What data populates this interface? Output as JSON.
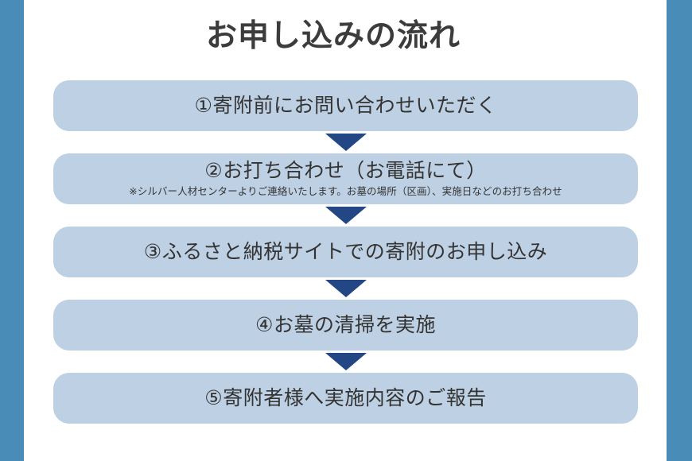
{
  "theme": {
    "side_bar_color": "#4a8cb8",
    "box_fill_color": "#bed0e3",
    "arrow_color": "#234784",
    "title_color": "#3c3c3c",
    "text_color": "#333333",
    "background_color": "#ffffff"
  },
  "header": {
    "title": "お申し込みの流れ"
  },
  "flow": {
    "steps": [
      {
        "label": "①寄附前にお問い合わせいただく",
        "sub": ""
      },
      {
        "label": "②お打ち合わせ（お電話にて）",
        "sub": "※シルバー人材センターよりご連絡いたします。お墓の場所（区画）、実施日などのお打ち合わせ"
      },
      {
        "label": "③ふるさと納税サイトでの寄附のお申し込み",
        "sub": ""
      },
      {
        "label": "④お墓の清掃を実施",
        "sub": ""
      },
      {
        "label": "⑤寄附者様へ実施内容のご報告",
        "sub": ""
      }
    ],
    "connector_icon": "arrow-down-icon"
  }
}
